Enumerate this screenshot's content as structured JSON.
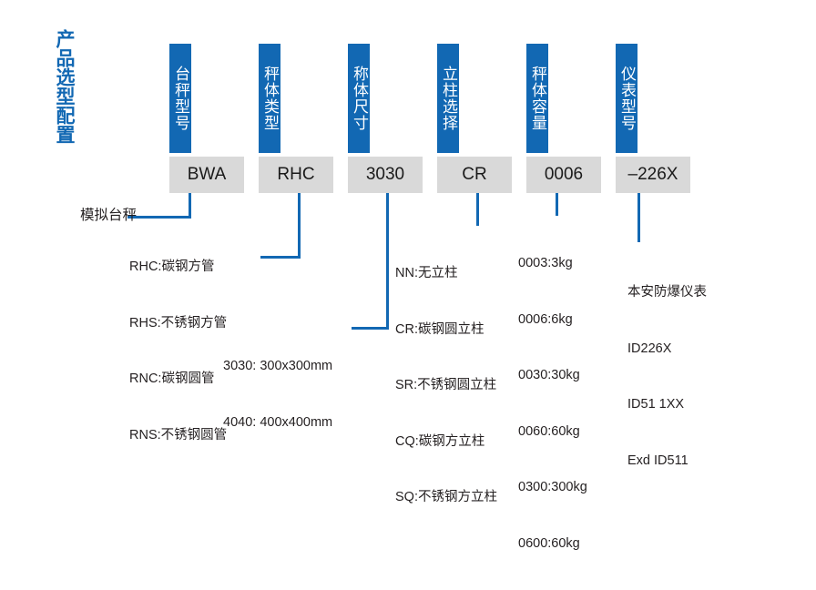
{
  "page": {
    "title": "产品选型配置",
    "accent_color": "#1268b3",
    "code_box_color": "#d9d9d9",
    "text_color": "#231f20",
    "background": "#ffffff"
  },
  "columns": [
    {
      "header": "台秤型号",
      "code": "BWA"
    },
    {
      "header": "秤体类型",
      "code": "RHC"
    },
    {
      "header": "称体尺寸",
      "code": "3030"
    },
    {
      "header": "立柱选择",
      "code": "CR"
    },
    {
      "header": "秤体容量",
      "code": "0006"
    },
    {
      "header": "仪表型号",
      "code": "–226X"
    }
  ],
  "annotations": {
    "model_label": "模拟台秤",
    "scale_body_types": [
      "RHC:碳钢方管",
      "RHS:不锈钢方管",
      "RNC:碳钢圆管",
      "RNS:不锈钢圆管"
    ],
    "body_sizes": [
      "3030: 300x300mm",
      "4040: 400x400mm"
    ],
    "column_options": [
      "NN:无立柱",
      "CR:碳钢圆立柱",
      "SR:不锈钢圆立柱",
      "CQ:碳钢方立柱",
      "SQ:不锈钢方立柱"
    ],
    "capacities": [
      "0003:3kg",
      "0006:6kg",
      "0030:30kg",
      "0060:60kg",
      "0300:300kg",
      "0600:60kg"
    ],
    "indicators": [
      "本安防爆仪表",
      "ID226X",
      "ID51 1XX",
      "Exd ID511"
    ]
  }
}
